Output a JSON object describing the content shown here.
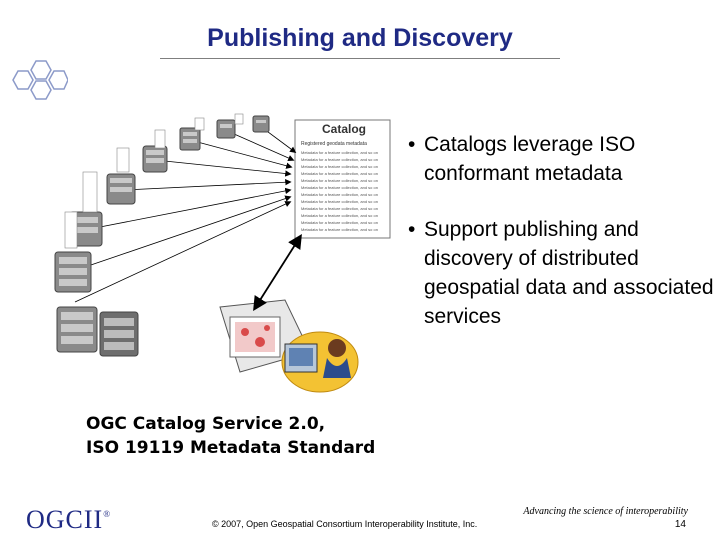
{
  "slide": {
    "title": "Publishing and Discovery",
    "bullets": [
      {
        "marker": "•",
        "text": "Catalogs leverage ISO conformant metadata"
      },
      {
        "marker": "•",
        "text": "Support publishing and discovery of distributed geospatial data and associated services"
      }
    ],
    "caption_line1": "OGC Catalog Service 2.0,",
    "caption_line2": "ISO 19119 Metadata Standard",
    "diagram": {
      "catalog_title": "Catalog",
      "catalog_subtitle": "Registered geodata metadata",
      "catalog_entry": "Metadata for a feature collection, and so on"
    }
  },
  "footer": {
    "logo_text": "OGCII",
    "logo_mark": "®",
    "copyright": "© 2007, Open Geospatial Consortium Interoperability Institute, Inc.",
    "tagline": "Advancing the science of interoperability",
    "page_number": "14"
  },
  "colors": {
    "title": "#1f2a84",
    "accent": "#1f2a84",
    "server": "#8a8a8a",
    "map_red": "#d94a4a"
  }
}
